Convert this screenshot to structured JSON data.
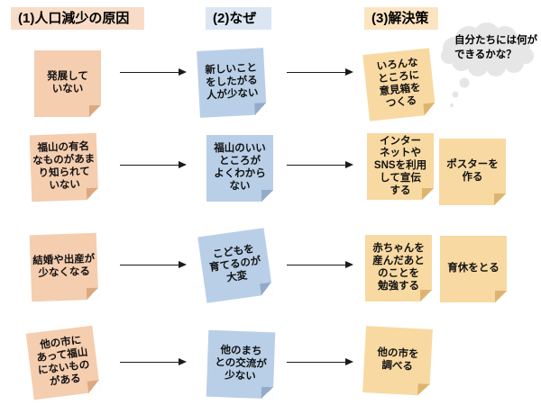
{
  "diagram": {
    "title_note": "population decline cause-why-solution sticky note diagram",
    "background_color": "#ffffff"
  },
  "headers": [
    {
      "label": "(1)人口減少の原因",
      "color": "#f8dcc8"
    },
    {
      "label": "(2)なぜ",
      "color": "#dce6f2"
    },
    {
      "label": "(3)解決策",
      "color": "#fce4c0"
    }
  ],
  "note_colors": {
    "cause": "#f5cdaf",
    "why": "#b9cfe7",
    "solution": "#f8d9a2"
  },
  "thought_bubble": {
    "text": "自分たちには何が\nできるかな？",
    "color": "#e6e6e6"
  },
  "rows": [
    {
      "cause": "発展して\nいない",
      "why": "新しいこと\nをしたがる\n人が少ない",
      "solutions": [
        "いろんな\nところに\n意見箱を\nつくる"
      ]
    },
    {
      "cause": "福山の有名\nなものがあま\nり知られて\nいない",
      "why": "福山のいい\nところが\nよくわから\nない",
      "solutions": [
        "インター\nネットや\nSNSを利用\nして宣伝\nする",
        "ポスターを\n作る"
      ]
    },
    {
      "cause": "結婚や出産が\n少なくなる",
      "why": "こどもを\n育てるのが\n大変",
      "solutions": [
        "赤ちゃんを\n産んだあと\nのことを\n勉強する",
        "育休をとる"
      ]
    },
    {
      "cause": "他の市に\nあって福山\nにないもの\nがある",
      "why": "他のまち\nとの交流が\n少ない",
      "solutions": [
        "他の市を\n調べる"
      ]
    }
  ]
}
